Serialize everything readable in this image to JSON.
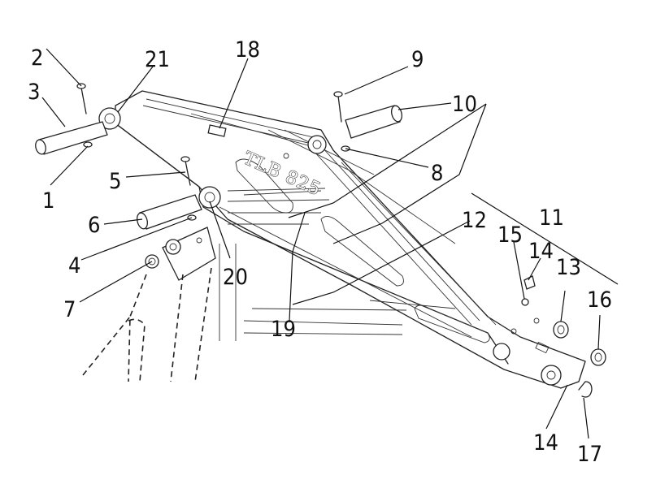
{
  "diagram": {
    "stamp_text": "TLB 825",
    "callouts": [
      "1",
      "2",
      "3",
      "4",
      "5",
      "6",
      "7",
      "8",
      "9",
      "10",
      "11",
      "12",
      "13",
      "14",
      "14",
      "15",
      "16",
      "17",
      "18",
      "19",
      "20",
      "21"
    ],
    "line_color": "#222222",
    "background": "#ffffff"
  }
}
